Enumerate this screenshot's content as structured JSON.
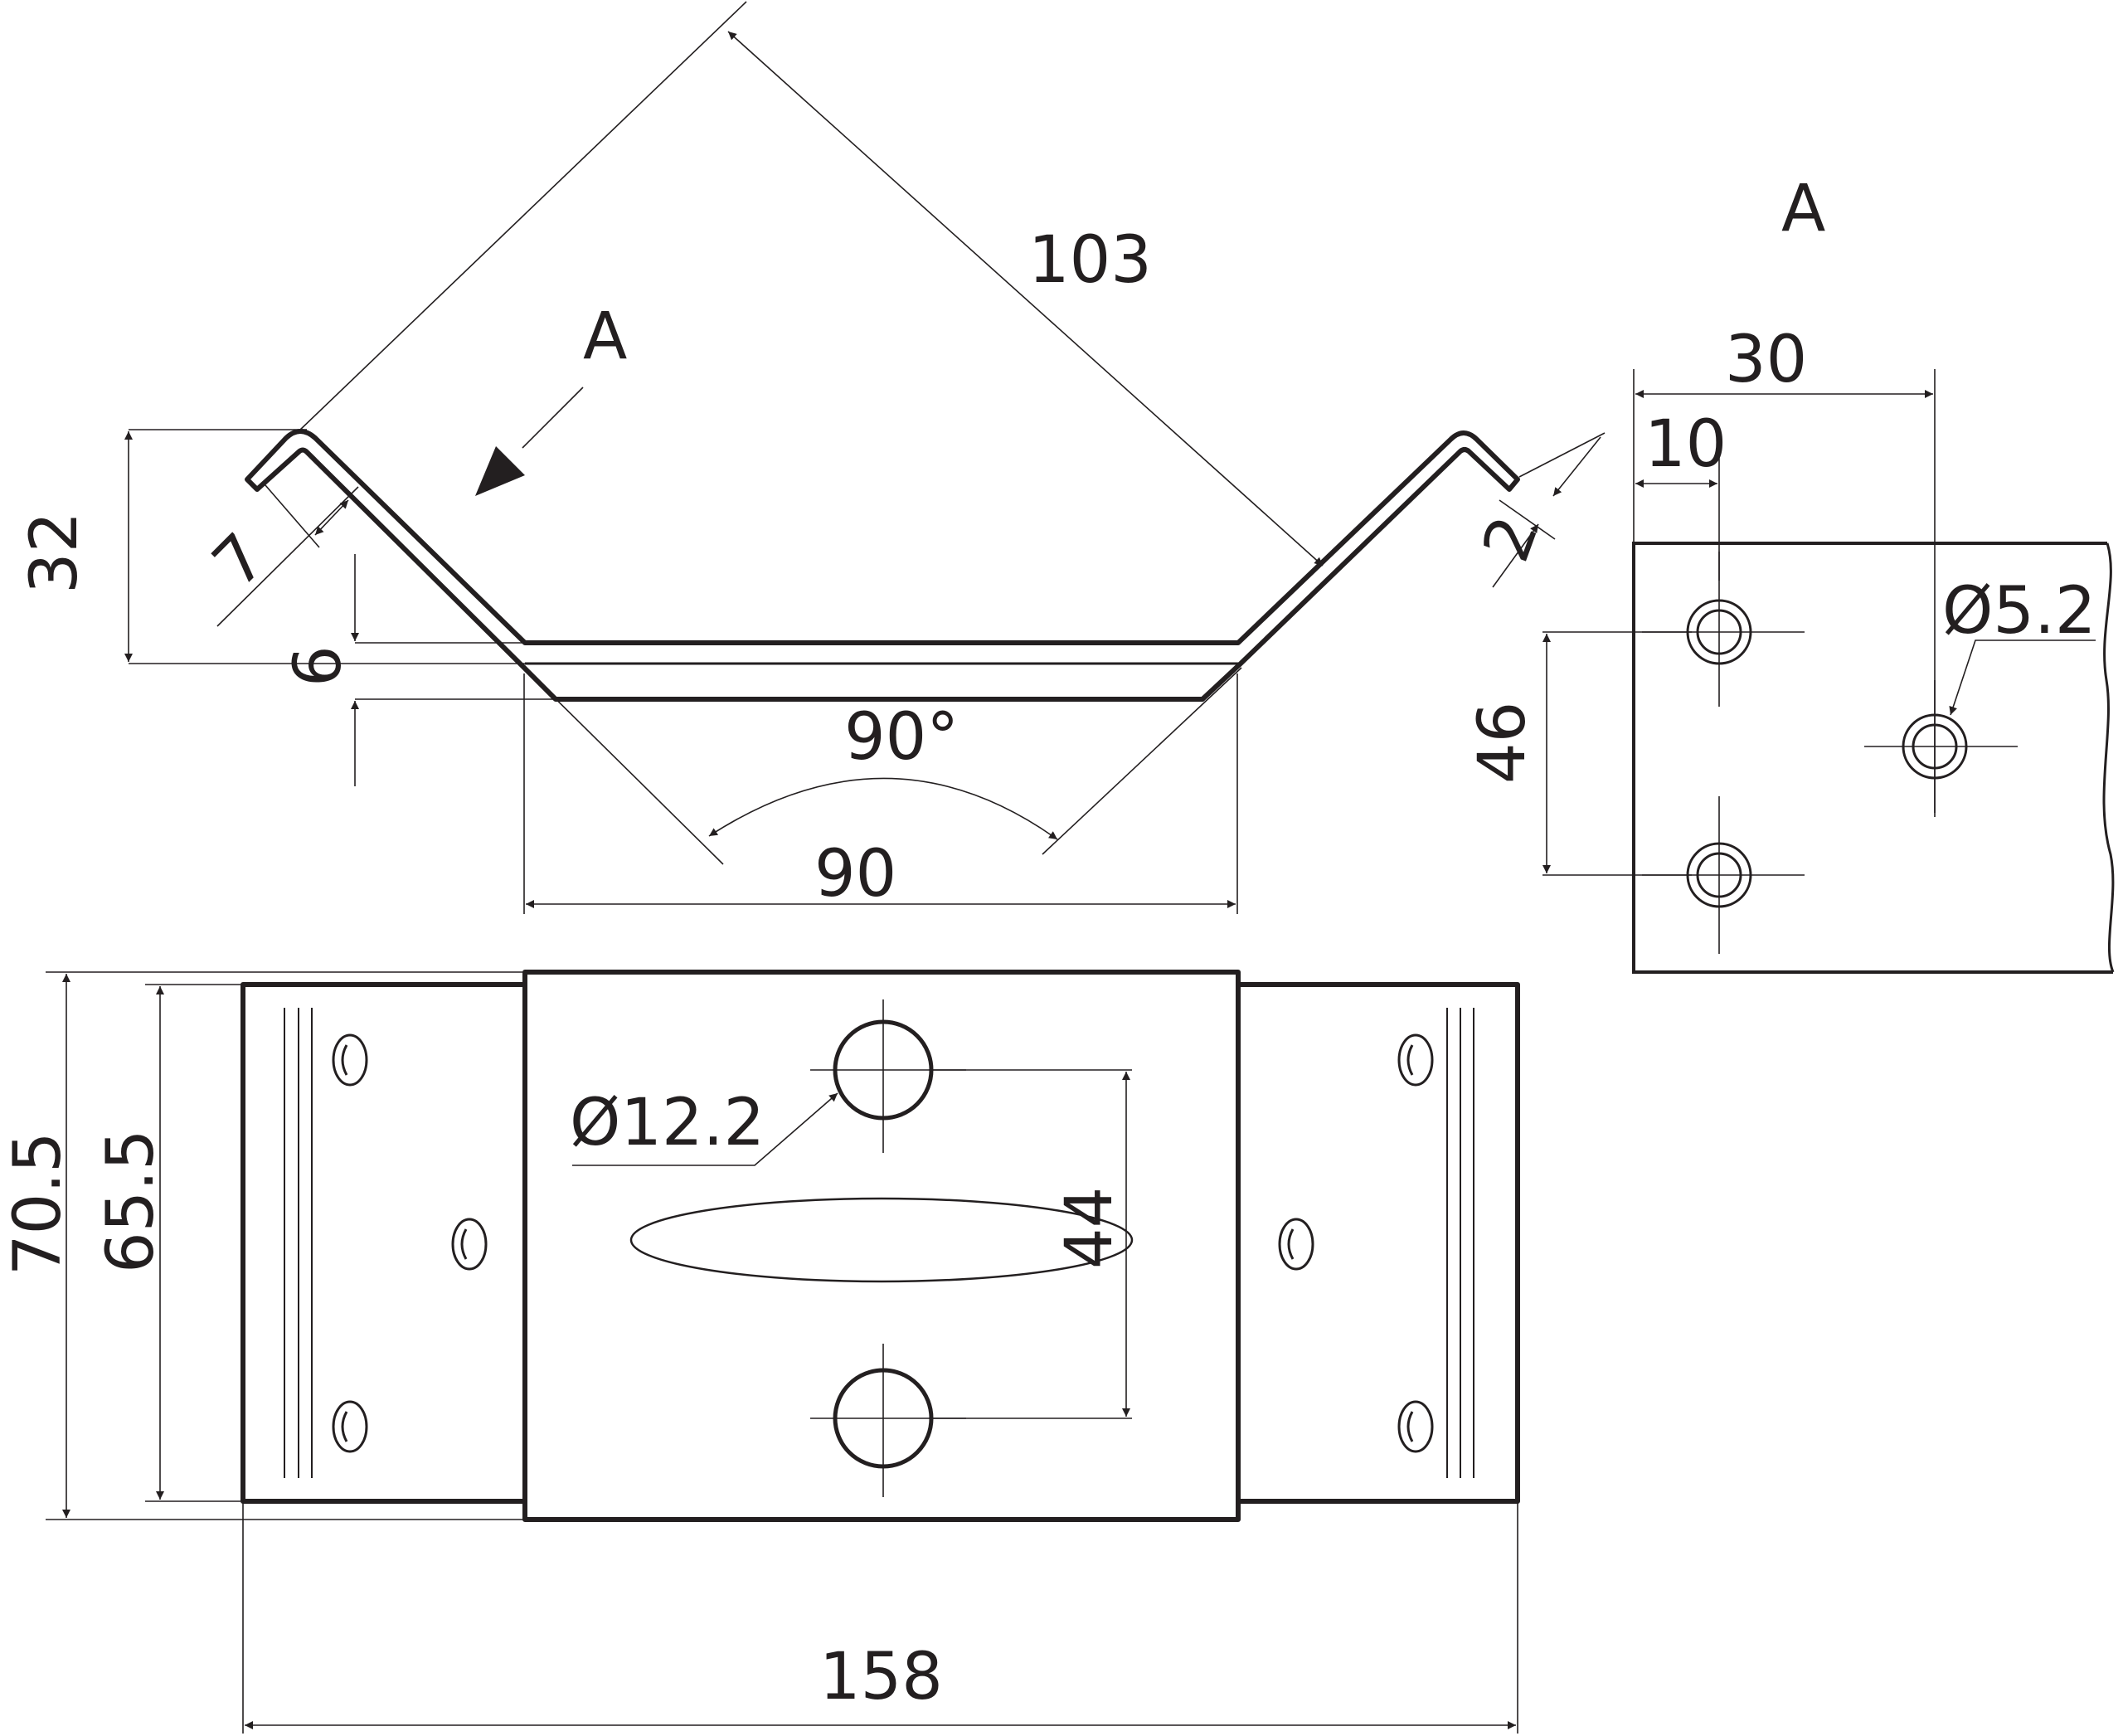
{
  "view_labels": {
    "direction_arrow": "A",
    "detail_view": "A"
  },
  "dimensions": {
    "diagonal_length": "103",
    "height": "32",
    "flange_width": "7",
    "thickness": "6",
    "angle": "90°",
    "inner_width": "90",
    "edge_offset": "2",
    "hole_spacing_x": "30",
    "hole_offset_x": "10",
    "small_hole_diameter": "Ø5.2",
    "hole_spacing_y": "46",
    "overall_height": "70.5",
    "flange_height": "65.5",
    "large_hole_diameter": "Ø12.2",
    "large_hole_spacing": "44",
    "overall_length": "158"
  },
  "colors": {
    "line": "#231f20",
    "background": "#ffffff"
  }
}
